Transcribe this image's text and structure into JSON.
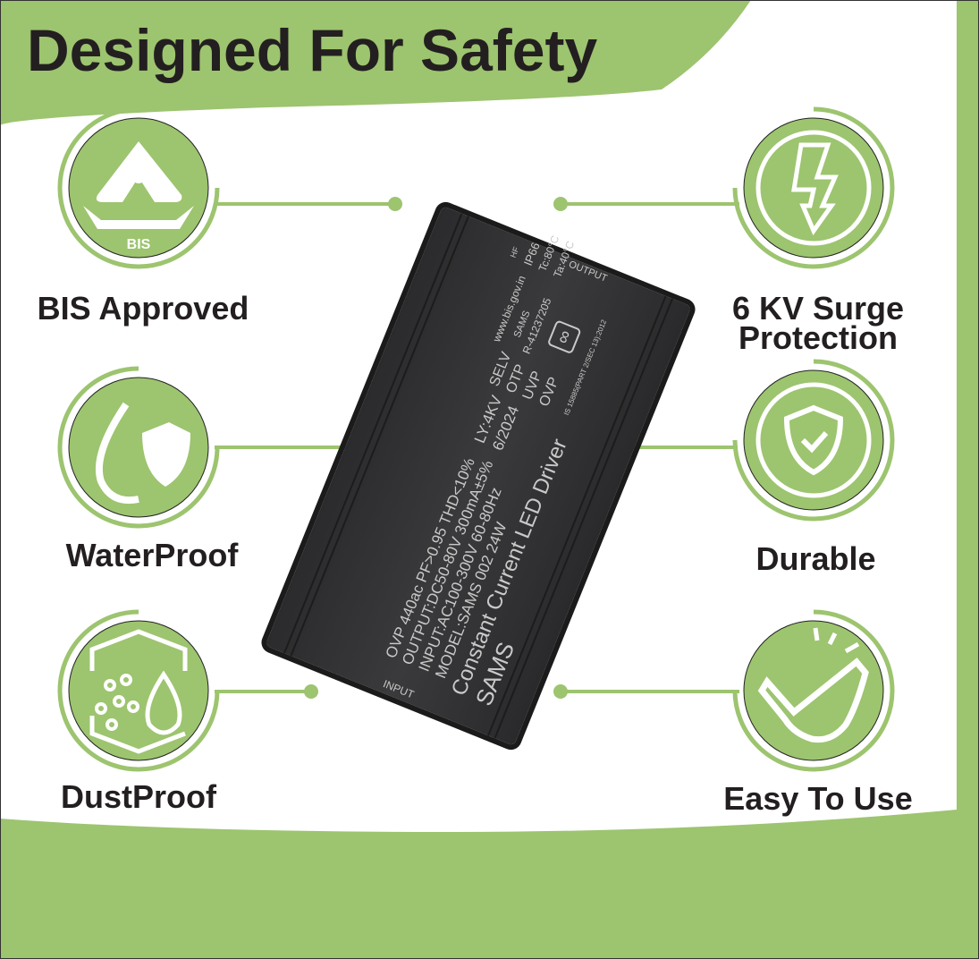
{
  "title": "Designed For Safety",
  "colors": {
    "accent": "#9dc46f",
    "text": "#231f20"
  },
  "features": [
    {
      "label": "BIS Approved",
      "icon": "bis-logo-icon",
      "badge_text": "BIS"
    },
    {
      "label": "WaterProof",
      "icon": "water-drop-shield-icon"
    },
    {
      "label": "DustProof",
      "icon": "dust-drop-icon"
    },
    {
      "label": "6 KV Surge Protection",
      "line1": "6 KV Surge",
      "line2": "Protection",
      "icon": "lightning-bolt-icon"
    },
    {
      "label": "Durable",
      "icon": "shield-check-icon"
    },
    {
      "label": "Easy To Use",
      "icon": "hand-check-icon"
    }
  ],
  "device": {
    "brand": "SAMS",
    "name": "Constant Current LED Driver",
    "model": "MODEL:SAMS 002 24W",
    "input": "INPUT:AC100-300V 60-80Hz",
    "output": "OUTPUT:DC50-80V 300mA±5%",
    "misc": "OVP 440ac PF>0.95 THD<10%",
    "date": "6/2024",
    "ly": "LY:4KV",
    "protections": [
      "OVP",
      "UVP",
      "OTP",
      "SELV"
    ],
    "standard": "IS 15885(PART 2/SEC 13):2012",
    "reg": "R-41237205",
    "reg_brand": "SAMS",
    "site": "www.bis.gov.in",
    "ta": "Ta:40°C",
    "tc": "Tc:80°C",
    "ip": "IP66",
    "hf": "HF",
    "output_label": "OUTPUT",
    "input_label": "INPUT"
  }
}
